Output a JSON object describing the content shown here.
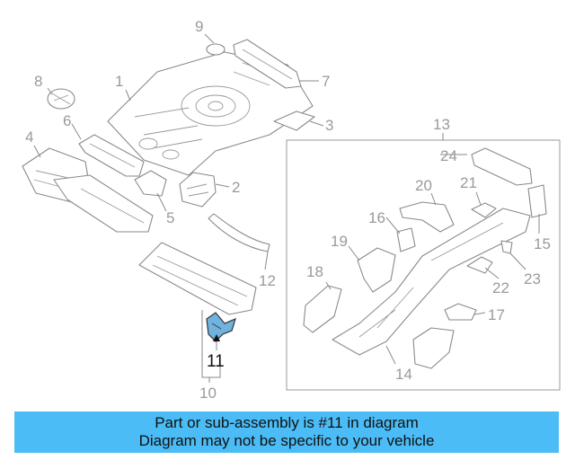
{
  "diagram": {
    "highlight_color": "#6fb3de",
    "callouts": {
      "c1": "1",
      "c2": "2",
      "c3": "3",
      "c4": "4",
      "c5": "5",
      "c6": "6",
      "c7": "7",
      "c8": "8",
      "c9": "9",
      "c10": "10",
      "c11": "11",
      "c12": "12",
      "c13": "13",
      "c14": "14",
      "c15": "15",
      "c16": "16",
      "c17": "17",
      "c18": "18",
      "c19": "19",
      "c20": "20",
      "c21": "21",
      "c22": "22",
      "c23": "23",
      "c24": "24"
    }
  },
  "banner": {
    "color": "#4bbcf5",
    "line1": "Part or sub-assembly is #11 in diagram",
    "line2": "Diagram may not be specific to your vehicle"
  }
}
